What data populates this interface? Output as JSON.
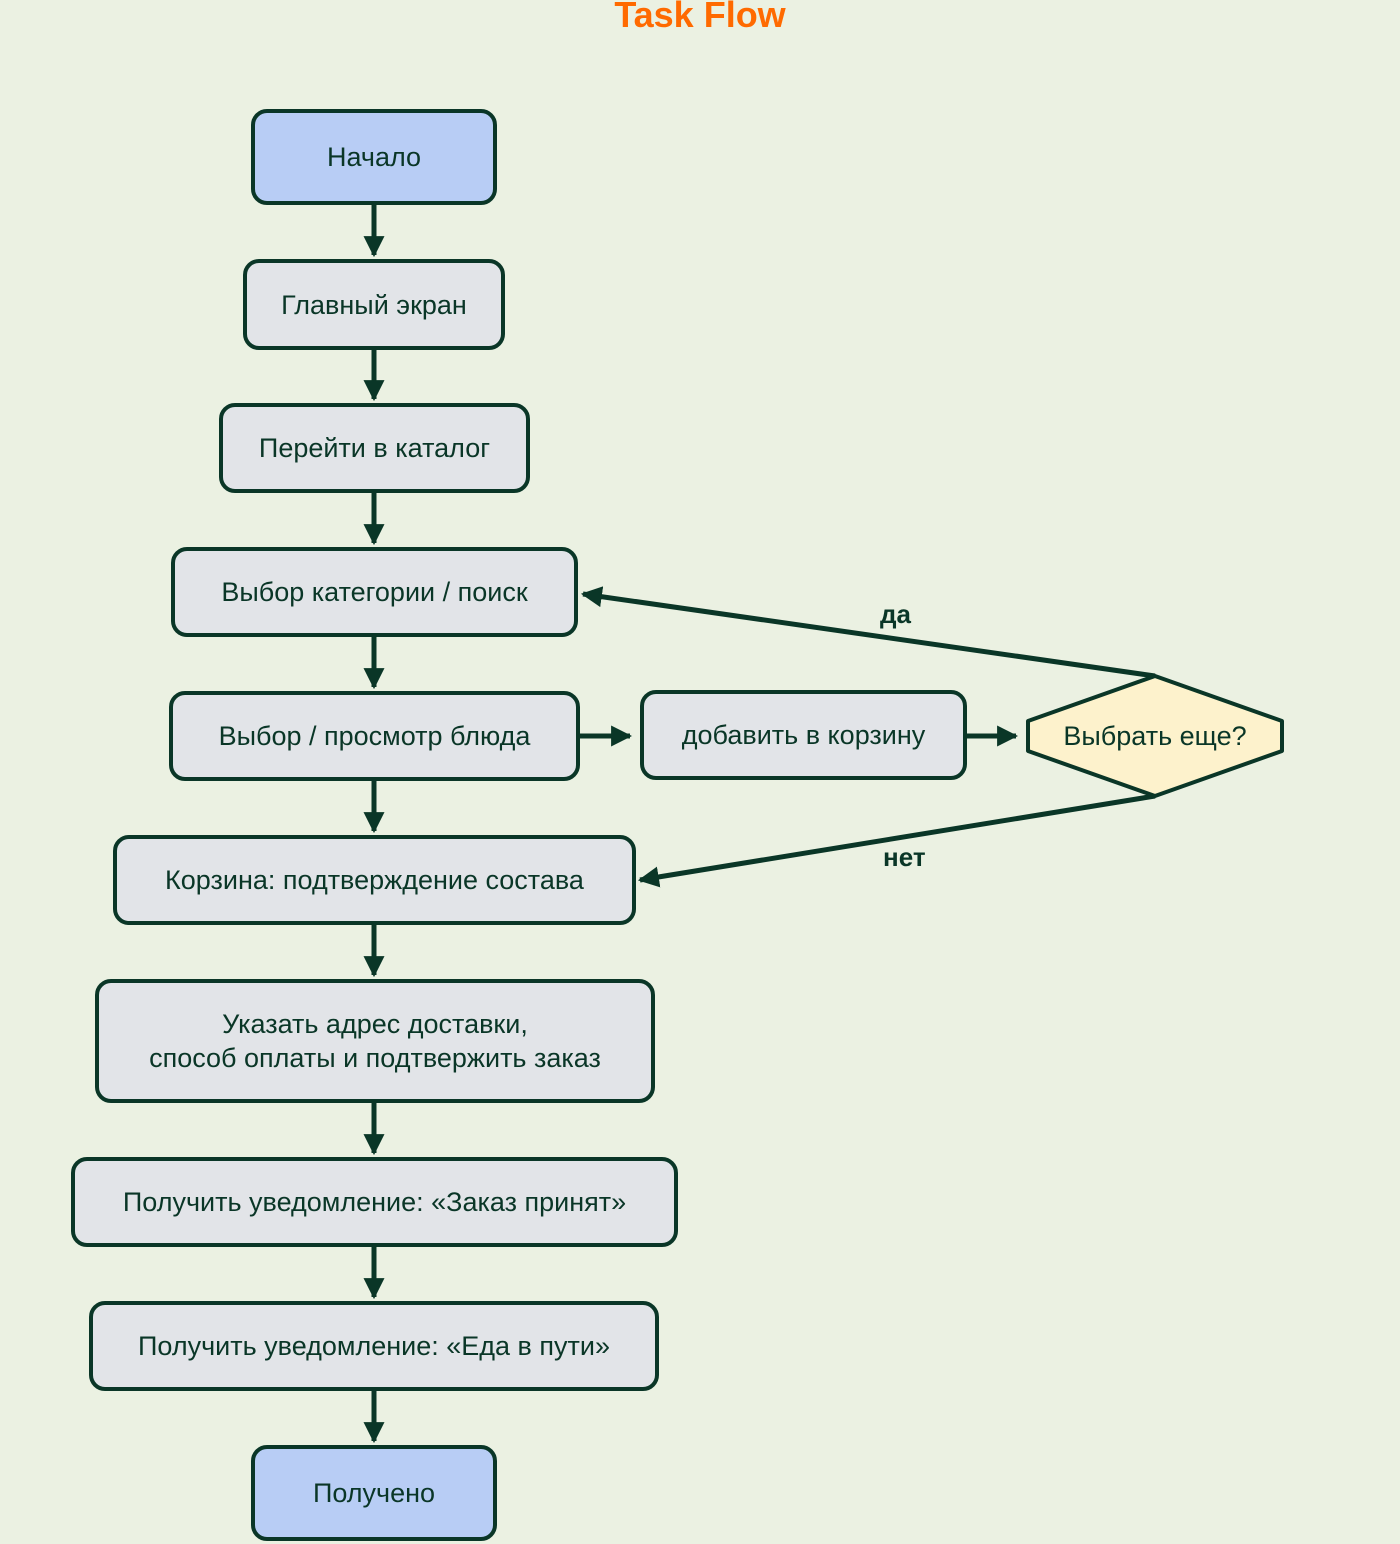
{
  "title": "Task Flow",
  "colors": {
    "background": "#ebf1e2",
    "title": "#ff6a00",
    "stroke": "#0a3627",
    "terminal_fill": "#b8cdf5",
    "process_fill": "#e2e4e8",
    "decision_fill": "#fdf2cc"
  },
  "nodes": {
    "start": "Начало",
    "home_screen": "Главный экран",
    "go_to_catalog": "Перейти в каталог",
    "choose_category": "Выбор категории / поиск",
    "choose_dish": "Выбор / просмотр блюда",
    "add_to_cart": "добавить в корзину",
    "choose_more": "Выбрать еще?",
    "cart_confirm": "Корзина: подтверждение состава",
    "address_payment": "Указать адрес доставки,\nспособ оплаты и подтвержить заказ",
    "notify_accepted": "Получить уведомление: «Заказ принят»",
    "notify_on_way": "Получить уведомление: «Еда в пути»",
    "received": "Получено"
  },
  "edge_labels": {
    "yes": "да",
    "no": "нет"
  }
}
